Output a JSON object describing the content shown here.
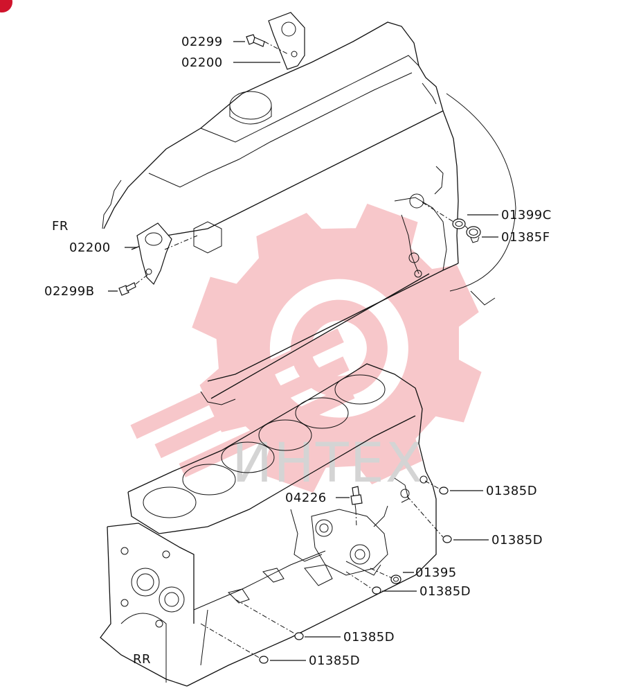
{
  "accent_color": "#d0142c",
  "watermark": {
    "text": "ИНТЕХ",
    "color": "#f4b2b6",
    "icon": "gear-logo-icon"
  },
  "orientation": {
    "front": "FR",
    "rear": "RR"
  },
  "parts": {
    "bolt_top": "02299",
    "bracket_top": "02200",
    "bracket_left": "02200",
    "bolt_left": "02299B",
    "washer": "01399C",
    "plug_head": "01385F",
    "sensor": "04226",
    "plug_block_1": "01385D",
    "plug_block_2": "01385D",
    "plug_side": "01395",
    "plug_block_3": "01385D",
    "plug_block_4": "01385D",
    "plug_block_5": "01385D"
  }
}
